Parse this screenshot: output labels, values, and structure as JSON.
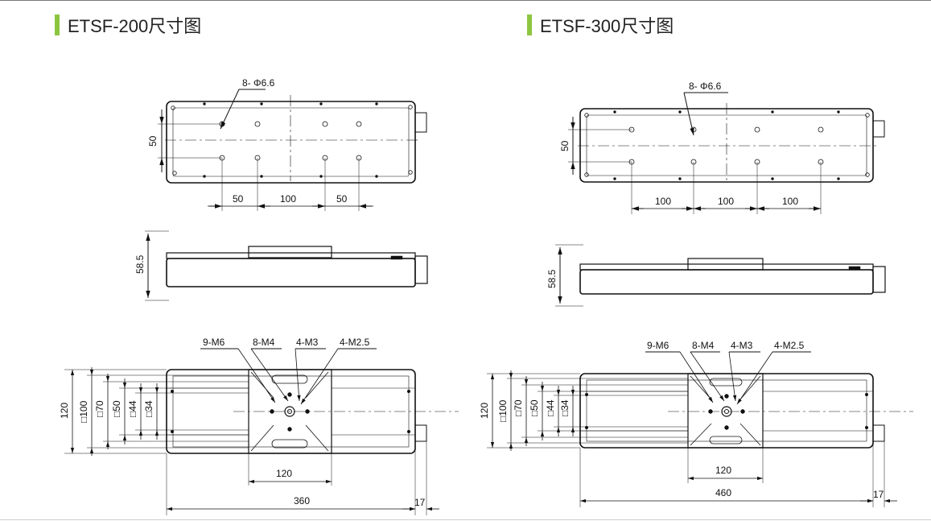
{
  "colors": {
    "accent": "#8cc63f",
    "line": "#111111"
  },
  "panels": [
    {
      "title": "ETSF-200尺寸图",
      "top_view": {
        "hole_callout": "8- Φ6.6",
        "dim_vertical": "50",
        "dim_bottom": [
          "50",
          "100",
          "50"
        ]
      },
      "side_view": {
        "height": "58.5"
      },
      "bottom_view": {
        "callouts": [
          "9-M6",
          "8-M4",
          "4-M3",
          "4-M2.5"
        ],
        "left_dims": [
          "120",
          "□100",
          "□70",
          "□50",
          "□44",
          "□34"
        ],
        "center_width": "120",
        "total_length": "360",
        "end_length": "17"
      }
    },
    {
      "title": "ETSF-300尺寸图",
      "top_view": {
        "hole_callout": "8- Φ6.6",
        "dim_vertical": "50",
        "dim_bottom": [
          "100",
          "100",
          "100"
        ]
      },
      "side_view": {
        "height": "58.5"
      },
      "bottom_view": {
        "callouts": [
          "9-M6",
          "8-M4",
          "4-M3",
          "4-M2.5"
        ],
        "left_dims": [
          "120",
          "□100",
          "□70",
          "□50",
          "□44",
          "□34"
        ],
        "center_width": "120",
        "total_length": "460",
        "end_length": "17"
      }
    }
  ]
}
